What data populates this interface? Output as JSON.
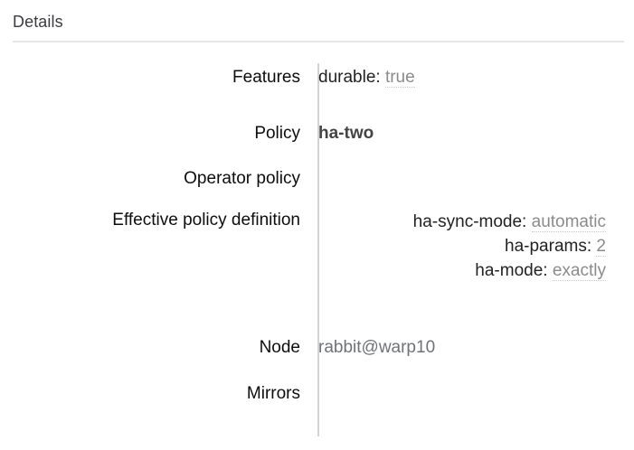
{
  "panel": {
    "title": "Details"
  },
  "rows": [
    {
      "label": "Features",
      "value_kind": "keyvalue",
      "pairs": [
        {
          "key": "durable:",
          "value": "true",
          "style": "muted"
        }
      ]
    },
    {
      "label": "Policy",
      "value_kind": "text",
      "text": "ha-two",
      "style": "strong"
    },
    {
      "label": "Operator policy",
      "value_kind": "empty",
      "text": ""
    },
    {
      "label": "Effective policy definition",
      "value_kind": "keyvalue-block",
      "pairs": [
        {
          "key": "ha-sync-mode:",
          "value": "automatic",
          "style": "muted"
        },
        {
          "key": "ha-params:",
          "value": "2",
          "style": "muted"
        },
        {
          "key": "ha-mode:",
          "value": "exactly",
          "style": "muted"
        }
      ]
    },
    {
      "label": "Node",
      "value_kind": "text",
      "text": "rabbit@warp10",
      "style": "plain"
    },
    {
      "label": "Mirrors",
      "value_kind": "empty",
      "text": ""
    }
  ],
  "colors": {
    "background": "#ffffff",
    "title_text": "#3c3c40",
    "label_text": "#0d0d0d",
    "value_text": "#444444",
    "muted_value_text": "#8b8b8b",
    "plain_value_text": "#6f7277",
    "rule": "#e6e6e6",
    "column_rule": "#d2d2d2",
    "dotted_underline": "#c9c9c9"
  }
}
